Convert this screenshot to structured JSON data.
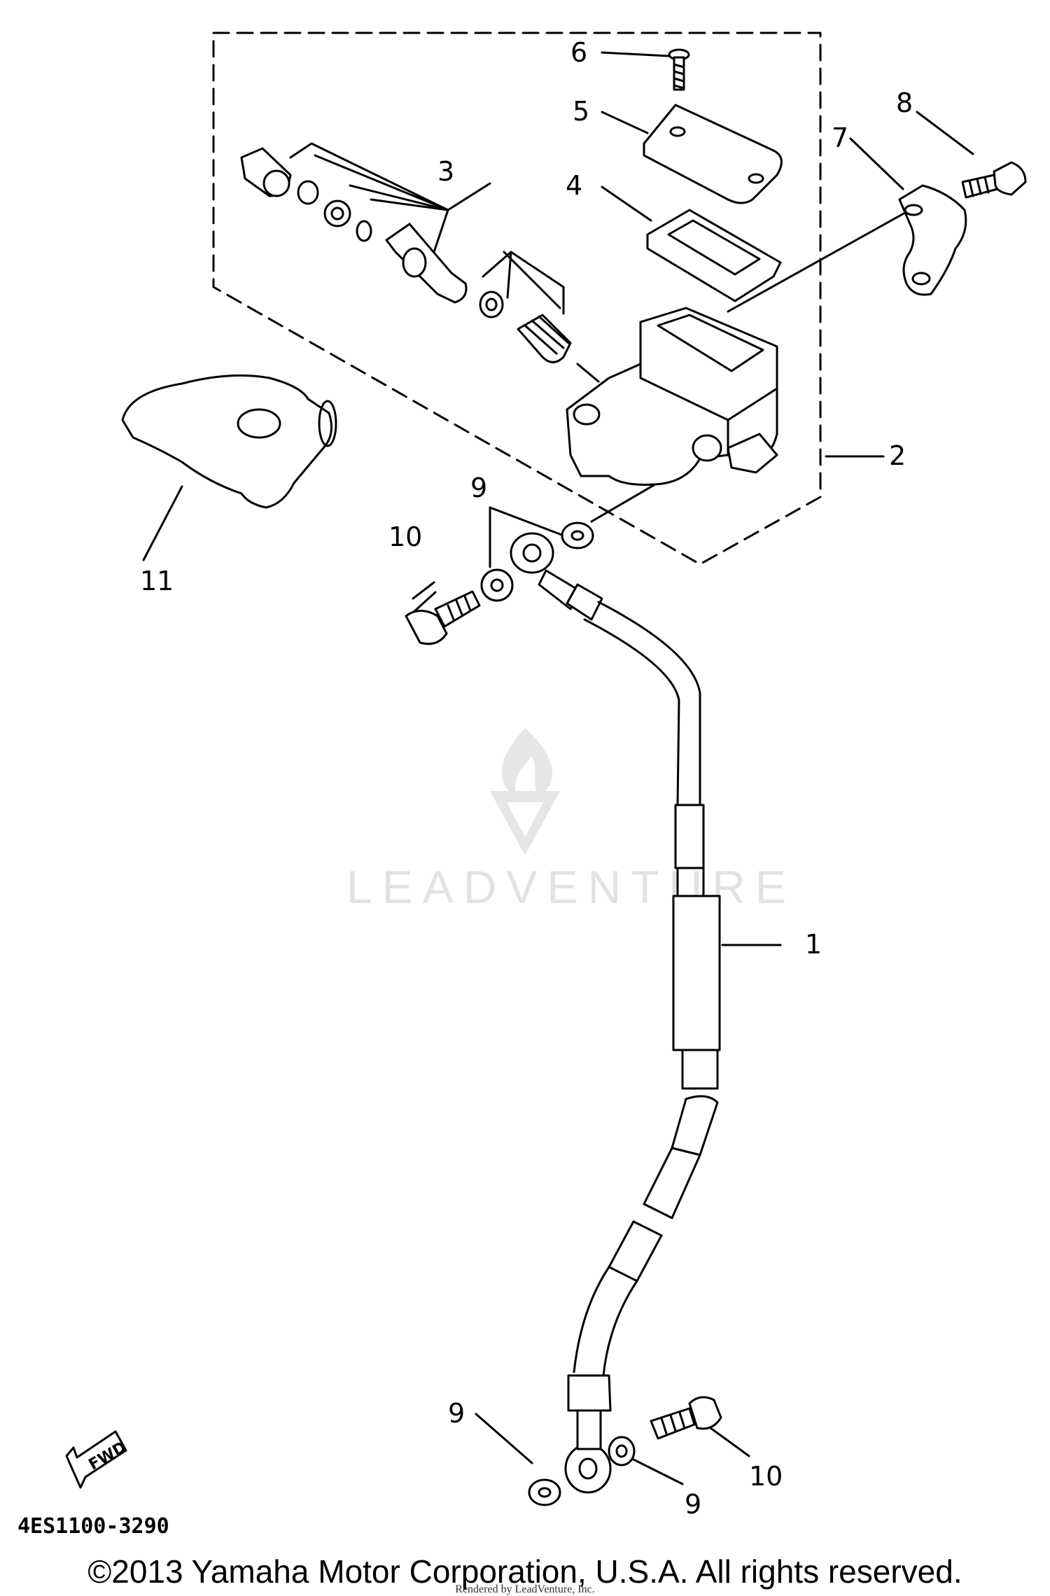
{
  "diagram_code": "4ES1100-3290",
  "fwd_label": "FWD",
  "watermark": "LEADVENTURE",
  "copyright": "©2013 Yamaha Motor Corporation, U.S.A. All rights reserved.",
  "rendered_by": "Rendered by LeadVenture, Inc.",
  "callouts": {
    "c1": "1",
    "c2": "2",
    "c3": "3",
    "c4": "4",
    "c5": "5",
    "c6": "6",
    "c7": "7",
    "c8": "8",
    "c9a": "9",
    "c9b": "9",
    "c9c": "9",
    "c10a": "10",
    "c10b": "10",
    "c11": "11"
  }
}
